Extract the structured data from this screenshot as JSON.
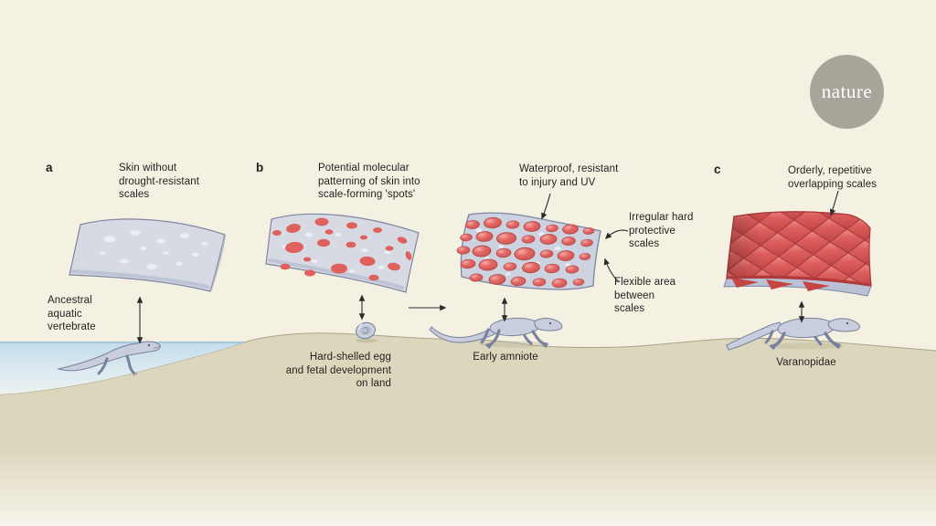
{
  "brand": {
    "logo_text": "nature",
    "logo_color": "#a8a49a"
  },
  "panels": {
    "a": {
      "letter": "a",
      "caption": "Skin without\ndrought-resistant\nscales",
      "animal_label": "Ancestral\naquatic\nvertebrate"
    },
    "b": {
      "letter": "b",
      "caption": "Potential molecular\npatterning of skin into\nscale-forming 'spots'",
      "egg_label": "Hard-shelled egg\nand fetal development\non land",
      "animal_label": "Early amniote",
      "skin_caption": "Waterproof, resistant\nto injury and UV",
      "callout_hard_scales": "Irregular hard\nprotective\nscales",
      "callout_flexible_area": "Flexible area\nbetween\nscales"
    },
    "c": {
      "letter": "c",
      "caption": "Orderly, repetitive\noverlapping scales",
      "animal_label": "Varanopidae"
    }
  },
  "colors": {
    "background": "#f4f1e2",
    "ground": "#ddd7bf",
    "water": "#c6deec",
    "skin_gray": "#d7dae3",
    "scale_red": "#d95150",
    "text": "#1f1f1f"
  }
}
